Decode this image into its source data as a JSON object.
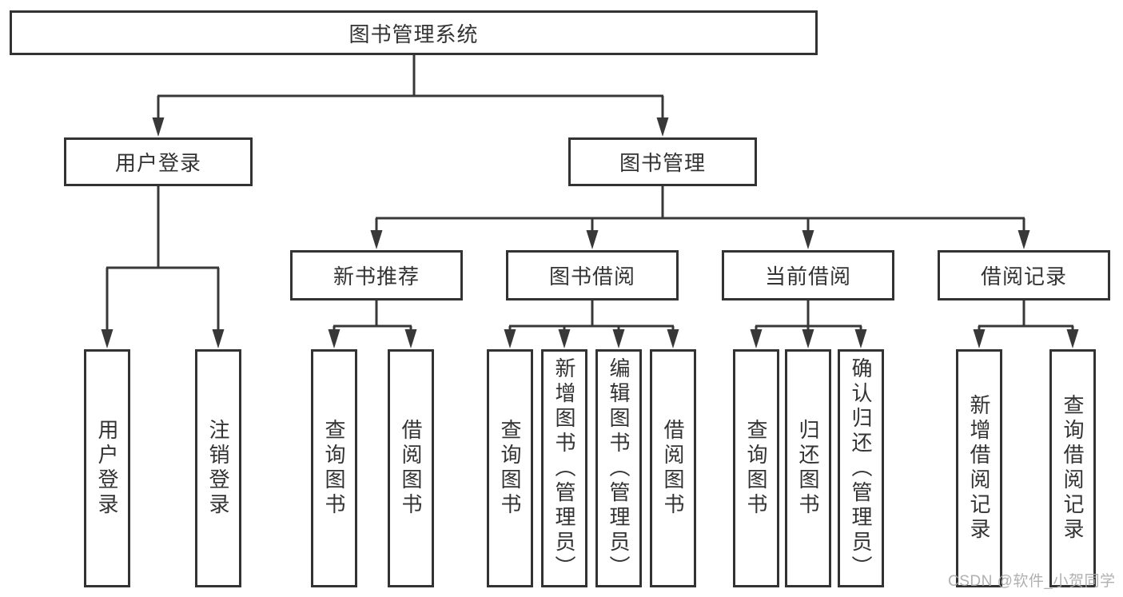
{
  "diagram": {
    "root": {
      "label": "图书管理系统"
    },
    "branches": [
      {
        "label": "用户登录",
        "children": [
          {
            "label": "用户登录"
          },
          {
            "label": "注销登录"
          }
        ]
      },
      {
        "label": "图书管理",
        "children": [
          {
            "label": "新书推荐",
            "children": [
              {
                "label": "查询图书"
              },
              {
                "label": "借阅图书"
              }
            ]
          },
          {
            "label": "图书借阅",
            "children": [
              {
                "label": "查询图书"
              },
              {
                "label": "新增图书（管理员）"
              },
              {
                "label": "编辑图书（管理员）"
              },
              {
                "label": "借阅图书"
              }
            ]
          },
          {
            "label": "当前借阅",
            "children": [
              {
                "label": "查询图书"
              },
              {
                "label": "归还图书"
              },
              {
                "label": "确认归还（管理员）"
              }
            ]
          },
          {
            "label": "借阅记录",
            "children": [
              {
                "label": "新增借阅记录"
              },
              {
                "label": "查询借阅记录"
              }
            ]
          }
        ]
      }
    ]
  },
  "watermark": {
    "text": "CSDN @软件_小贺同学"
  },
  "colors": {
    "line": "#383838",
    "border": "#333333",
    "text": "#333333",
    "watermark": "#a8a8a8",
    "background": "#ffffff"
  }
}
